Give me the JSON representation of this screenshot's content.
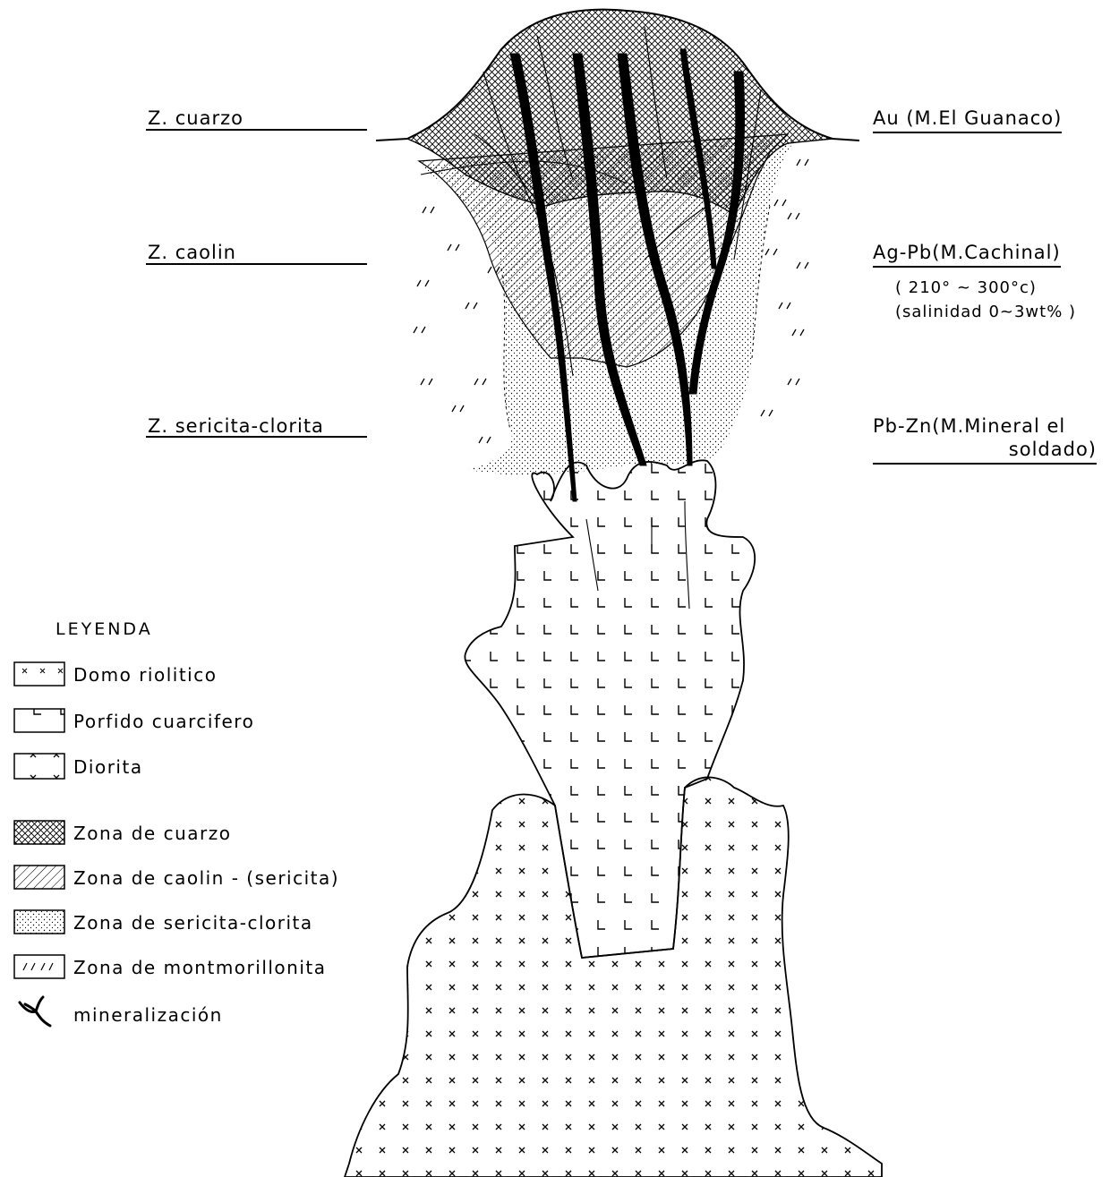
{
  "zones_left": {
    "cuarzo": "Z. cuarzo",
    "caolin": "Z. caolin",
    "sericita": "Z. sericita-clorita"
  },
  "deposits_right": {
    "au": "Au (M.El Guanaco)",
    "agpb": "Ag-Pb(M.Cachinal)",
    "temp": "( 210° ~ 300°c)",
    "salinity": "(salinidad  0~3wt% )",
    "pbzn_line1": "Pb-Zn(M.Mineral el",
    "pbzn_line2": "soldado)"
  },
  "legend": {
    "title": "LEYENDA",
    "items": [
      {
        "label": "Domo riolitico",
        "icon": "cross-small-pattern-icon"
      },
      {
        "label": "Porfido cuarcifero",
        "icon": "l-mark-pattern-icon"
      },
      {
        "label": "Diorita",
        "icon": "x-mark-pattern-icon"
      },
      {
        "label": "Zona de cuarzo",
        "icon": "crosshatch-pattern-icon"
      },
      {
        "label": "Zona de caolin - (sericita)",
        "icon": "diagonal-hatch-pattern-icon"
      },
      {
        "label": "Zona de sericita-clorita",
        "icon": "stipple-pattern-icon"
      },
      {
        "label": "Zona de montmorillonita",
        "icon": "double-tick-pattern-icon"
      },
      {
        "label": "mineralización",
        "icon": "vein-symbol-icon"
      }
    ]
  }
}
